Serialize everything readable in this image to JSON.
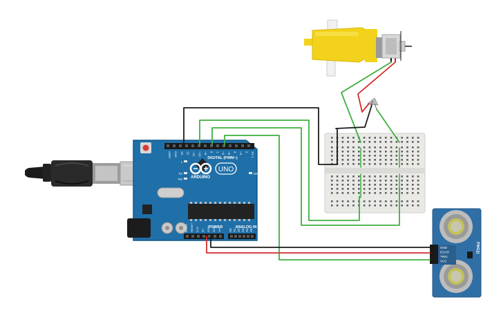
{
  "board": {
    "brand": "ARDUINO",
    "model": "UNO",
    "header_digital": "DIGITAL (PWM~)",
    "header_analog": "ANALOG IN",
    "header_power": "POWER",
    "label_on": "ON",
    "label_tx": "TX",
    "label_rx": "RX",
    "label_l": "L",
    "label_aref": "AREF",
    "label_gnd": "GND",
    "analog_pins": [
      "A0",
      "A1",
      "A2",
      "A3",
      "A4",
      "A5"
    ],
    "power_pins": [
      "IOREF",
      "RESET",
      "3.3V",
      "5V",
      "GND",
      "GND",
      "Vin"
    ],
    "digital_pins": [
      "13",
      "12",
      "~11",
      "~10",
      "~9",
      "8",
      "7",
      "~6",
      "~5",
      "4",
      "~3",
      "2",
      "TX 1",
      "RX 0"
    ]
  },
  "sensor": {
    "pin_labels": [
      "GND",
      "ECHO",
      "TRIG",
      "VCC"
    ],
    "side_text": "PING)))"
  },
  "colors": {
    "board_blue": "#1f6fa8",
    "breadboard": "#e9e9e6",
    "wire_black": "#1a1a1a",
    "wire_green": "#3fae3f",
    "wire_red": "#d62b2b",
    "motor_yellow": "#f2d21a",
    "sensor_blue": "#2f6fa6"
  },
  "icons": [
    "usb-cable-icon",
    "dc-motor-icon",
    "diode-icon",
    "ultrasonic-sensor-icon",
    "breadboard-icon"
  ]
}
